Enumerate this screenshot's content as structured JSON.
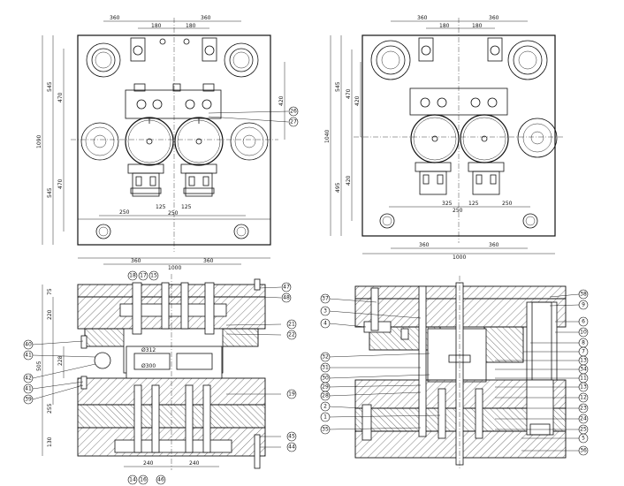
{
  "plan_left": {
    "dims_top": [
      "360",
      "360",
      "180",
      "180"
    ],
    "dims_bottom": [
      "250",
      "125",
      "125",
      "250",
      "360",
      "360",
      "1000"
    ],
    "dims_left": [
      "1090",
      "545",
      "470",
      "545",
      "470"
    ],
    "dims_right": [
      "420"
    ],
    "callouts": [
      "26",
      "27"
    ]
  },
  "plan_right": {
    "dims_top": [
      "360",
      "360",
      "180",
      "180"
    ],
    "dims_bottom": [
      "325",
      "125",
      "250",
      "250",
      "360",
      "360",
      "1000"
    ],
    "dims_left": [
      "1040",
      "545",
      "470",
      "420",
      "495",
      "420"
    ],
    "callouts": []
  },
  "section_left": {
    "dims_left": [
      "75",
      "220",
      "505",
      "228",
      "255",
      "130"
    ],
    "dims_bottom": [
      "240",
      "240"
    ],
    "inner_labels": [
      "Ø312",
      "Ø300"
    ],
    "callouts_top": [
      "18",
      "17",
      "15"
    ],
    "callouts_right": [
      "47",
      "48",
      "21",
      "22",
      "19",
      "45",
      "44"
    ],
    "callouts_left": [
      "40",
      "41",
      "42",
      "41",
      "39"
    ],
    "callouts_bottom": [
      "14",
      "16",
      "46"
    ]
  },
  "section_right": {
    "callouts_left": [
      "37",
      "3",
      "4",
      "32",
      "31",
      "30",
      "29",
      "28",
      "2",
      "1",
      "35"
    ],
    "callouts_right": [
      "38",
      "9",
      "6",
      "10",
      "8",
      "7",
      "13",
      "34",
      "11",
      "13",
      "12",
      "23",
      "24",
      "25",
      "5",
      "36"
    ]
  }
}
